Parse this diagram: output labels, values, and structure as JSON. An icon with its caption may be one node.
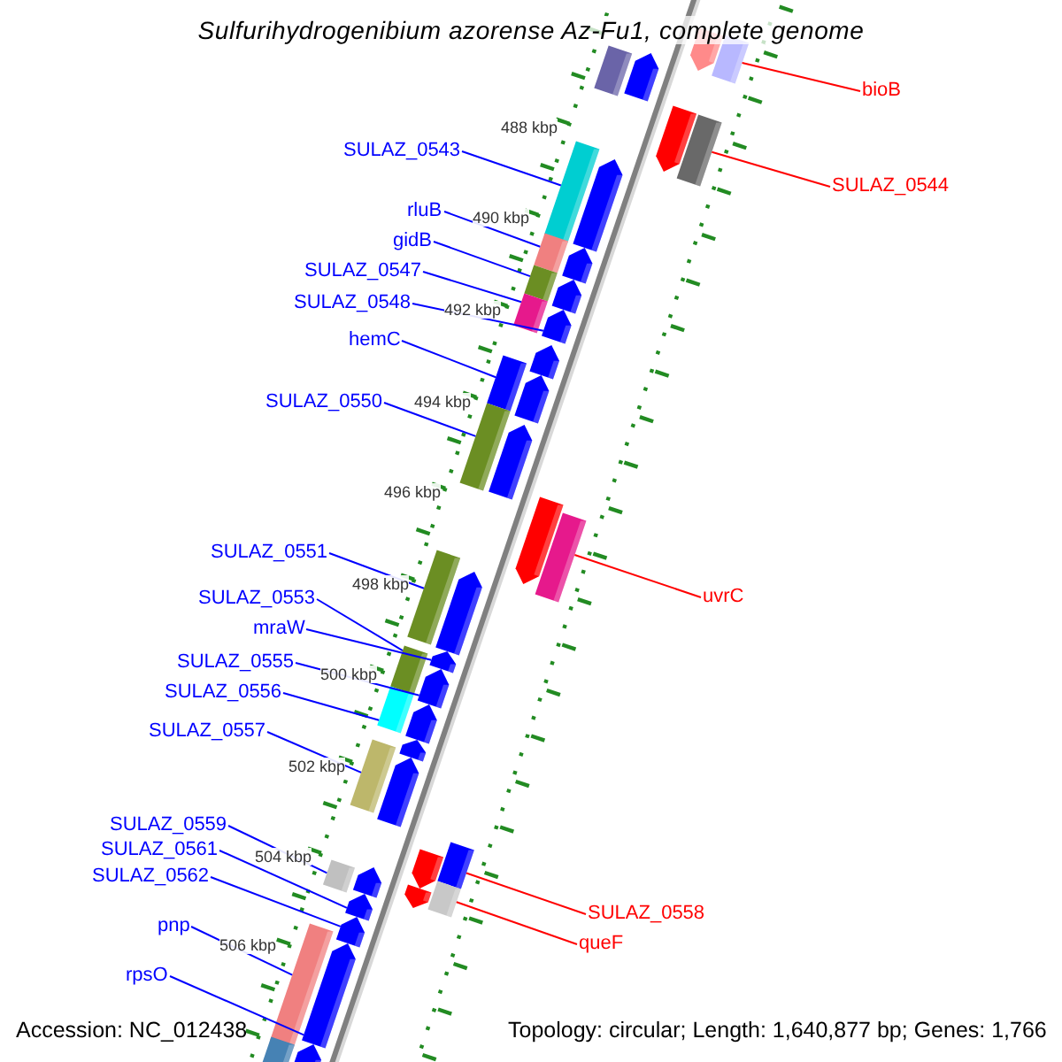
{
  "diagram": {
    "title": "Sulfurihydrogenibium azorense Az-Fu1, complete genome",
    "nodes": [
      {
        "text": [
          "SULAZ_0543"
        ]
      },
      {
        "text": [
          "rluB"
        ]
      },
      {
        "text": [
          "gidB"
        ]
      },
      {
        "text": [
          "SULAZ_0547"
        ]
      },
      {
        "text": [
          "SULAZ_0548"
        ]
      },
      {
        "text": [
          "hemC"
        ]
      },
      {
        "text": [
          "SULAZ_0550"
        ]
      },
      {
        "text": [
          "SULAZ_0551"
        ]
      },
      {
        "text": [
          "SULAZ_0553"
        ]
      },
      {
        "text": [
          "mraW"
        ]
      },
      {
        "text": [
          "SULAZ_0555"
        ]
      },
      {
        "text": [
          "SULAZ_0556"
        ]
      },
      {
        "text": [
          "SULAZ_0557"
        ]
      },
      {
        "text": [
          "SULAZ_0559"
        ]
      },
      {
        "text": [
          "SULAZ_0561"
        ]
      },
      {
        "text": [
          "SULAZ_0562"
        ]
      },
      {
        "text": [
          "pnp"
        ]
      },
      {
        "text": [
          "rpsO"
        ]
      },
      {
        "text": [
          "bioB"
        ]
      },
      {
        "text": [
          "SULAZ_0544"
        ]
      },
      {
        "text": [
          "uvrC"
        ]
      },
      {
        "text": [
          "SULAZ_0558"
        ]
      },
      {
        "text": [
          "queF"
        ]
      },
      {
        "text": [],
        "shape": "pentagon"
      },
      {
        "text": [],
        "shape": "box"
      },
      {
        "text": [],
        "shape": "box"
      },
      {
        "text": [],
        "shape": "pentagon"
      },
      {
        "text": [],
        "shape": "pentagon"
      },
      {
        "text": [],
        "shape": "box"
      },
      {
        "text": [],
        "shape": "box"
      },
      {
        "text": [],
        "shape": "pentagon"
      },
      {
        "text": [],
        "shape": "box"
      },
      {
        "text": [],
        "shape": "pentagon"
      },
      {
        "text": [],
        "shape": "box"
      },
      {
        "text": [],
        "shape": "pentagon"
      },
      {
        "text": [],
        "shape": "box"
      },
      {
        "text": [],
        "shape": "pentagon"
      },
      {
        "text": [],
        "shape": "pentagon"
      },
      {
        "text": [],
        "shape": "box"
      },
      {
        "text": [],
        "shape": "pentagon"
      },
      {
        "text": [],
        "shape": "box"
      },
      {
        "text": [],
        "shape": "pentagon"
      },
      {
        "text": [],
        "shape": "pentagon"
      },
      {
        "text": [],
        "shape": "box"
      },
      {
        "text": [],
        "shape": "box"
      },
      {
        "text": [],
        "shape": "pentagon"
      },
      {
        "text": [],
        "shape": "box"
      },
      {
        "text": [],
        "shape": "pentagon"
      },
      {
        "text": [],
        "shape": "pentagon"
      },
      {
        "text": [],
        "shape": "box"
      },
      {
        "text": [],
        "shape": "pentagon"
      },
      {
        "text": [],
        "shape": "pentagon"
      },
      {
        "text": [],
        "shape": "box"
      },
      {
        "text": [],
        "shape": "pentagon"
      },
      {
        "text": [],
        "shape": "box"
      },
      {
        "text": [],
        "shape": "pentagon"
      },
      {
        "text": [],
        "shape": "box"
      },
      {
        "text": [],
        "shape": "pentagon"
      },
      {
        "text": [],
        "shape": "box"
      },
      {
        "text": [],
        "shape": "pentagon"
      },
      {
        "text": [],
        "shape": "pentagon"
      },
      {
        "text": [],
        "shape": "pentagon"
      },
      {
        "text": [],
        "shape": "box"
      },
      {
        "text": [],
        "shape": "pentagon"
      },
      {
        "text": [],
        "shape": "box"
      },
      {
        "text": [],
        "shape": "pentagon"
      }
    ],
    "edges": [
      {
        "from": 0,
        "to": 29,
        "arrow": "none"
      },
      {
        "from": 1,
        "to": 31,
        "arrow": "none"
      },
      {
        "from": 2,
        "to": 33,
        "arrow": "none"
      },
      {
        "from": 3,
        "to": 35,
        "arrow": "none"
      },
      {
        "from": 4,
        "to": 36,
        "arrow": "none"
      },
      {
        "from": 5,
        "to": 38,
        "arrow": "none"
      },
      {
        "from": 6,
        "to": 40,
        "arrow": "none"
      },
      {
        "from": 7,
        "to": 44,
        "arrow": "none"
      },
      {
        "from": 8,
        "to": 46,
        "arrow": "none"
      },
      {
        "from": 9,
        "to": 47,
        "arrow": "none"
      },
      {
        "from": 10,
        "to": 48,
        "arrow": "none"
      },
      {
        "from": 11,
        "to": 49,
        "arrow": "none"
      },
      {
        "from": 12,
        "to": 52,
        "arrow": "none"
      },
      {
        "from": 13,
        "to": 56,
        "arrow": "none"
      },
      {
        "from": 14,
        "to": 60,
        "arrow": "none"
      },
      {
        "from": 15,
        "to": 61,
        "arrow": "none"
      },
      {
        "from": 16,
        "to": 62,
        "arrow": "none"
      },
      {
        "from": 17,
        "to": 63,
        "arrow": "none"
      },
      {
        "from": 18,
        "to": 24,
        "arrow": "none",
        "color": "#ff0000"
      },
      {
        "from": 19,
        "to": 28,
        "arrow": "none",
        "color": "#ff0000"
      },
      {
        "from": 20,
        "to": 43,
        "arrow": "none",
        "color": "#ff0000"
      },
      {
        "from": 21,
        "to": 54,
        "arrow": "none",
        "color": "#ff0000"
      },
      {
        "from": 22,
        "to": 58,
        "arrow": "none",
        "color": "#ff0000"
      }
    ],
    "labels": [
      "488 kbp",
      "490 kbp",
      "492 kbp",
      "494 kbp",
      "496 kbp",
      "498 kbp",
      "500 kbp",
      "502 kbp",
      "504 kbp",
      "506 kbp",
      "Accession: NC_012438",
      "Topology: circular; Length: 1,640,877 bp; Genes: 1,766"
    ]
  }
}
